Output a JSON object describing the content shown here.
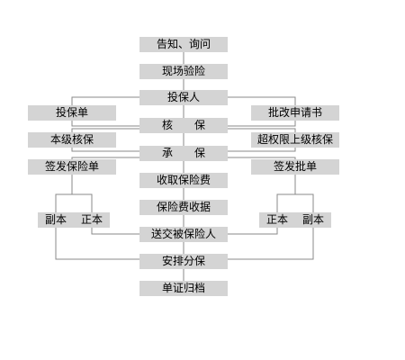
{
  "flowchart": {
    "nodes": {
      "gaozhi": "告知、询问",
      "xianchang": "现场验险",
      "toubaoren": "投保人",
      "toubaodan": "投保单",
      "pigai": "批改申请书",
      "hebao": "核　　保",
      "benji": "本级核保",
      "chaoquan": "超权限上级核保",
      "chengbao": "承　　保",
      "qianfa_bx": "签发保险单",
      "qianfa_pd": "签发批单",
      "shouqu": "收取保险费",
      "shouju": "保险费收据",
      "fuben_l": "副本",
      "zhengben_l": "正本",
      "zhengben_r": "正本",
      "fuben_r": "副本",
      "songjiao": "送交被保险人",
      "anpai": "安排分保",
      "dangan": "单证归档"
    },
    "colors": {
      "box_fill": "#d4d4d4",
      "line": "#8a8a8a"
    }
  }
}
